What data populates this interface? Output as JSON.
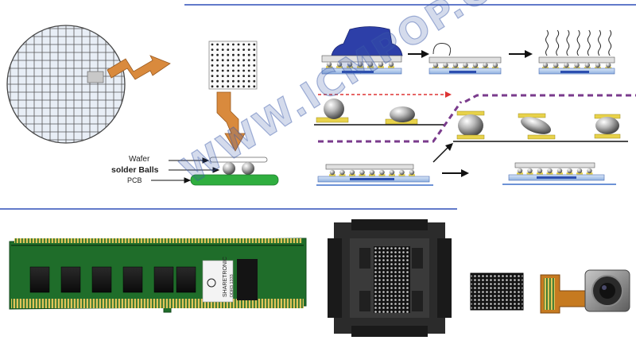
{
  "labels": {
    "wafer": "Wafer",
    "solder_balls": "solder Balls",
    "pcb": "PCB"
  },
  "watermark": "WWW.ICMPOP.COM",
  "ram_module": {
    "brand_text": "SHARETRONIC",
    "spec_line": "DDR3 1333"
  },
  "colors": {
    "pcb_green": "#2fae3f",
    "ram_green": "#1f6d2a",
    "arrow_orange": "#d98a3d",
    "substrate_blue": "#2d4fb0",
    "solder_gold": "#e8d24a",
    "divider_blue": "#2f4fb8",
    "dashed_red": "#d33",
    "dashed_purple": "#7a3b8c"
  },
  "icons": [
    "wafer-icon",
    "die-grid-icon",
    "zigzag-arrow-icon",
    "pick-nozzle-icon",
    "heat-wave-icon",
    "solder-ball-icon",
    "ram-module-image",
    "bga-socket-image",
    "bga-chip-image",
    "camera-module-image"
  ]
}
